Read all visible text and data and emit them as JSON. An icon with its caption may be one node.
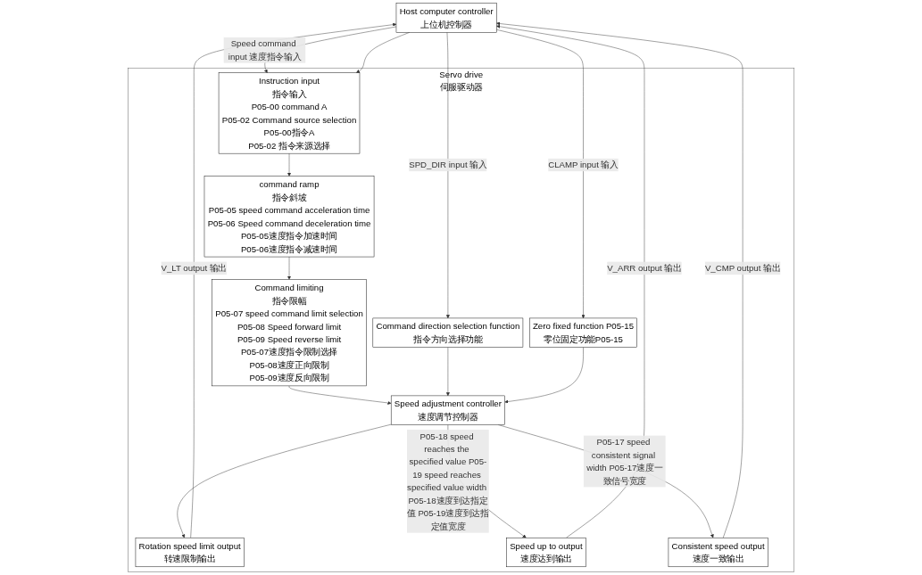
{
  "diagram": {
    "nodes": [
      {
        "text": [
          "Host computer controller",
          "上位机控制器"
        ]
      },
      {
        "text": [
          "Servo drive",
          "伺服驱动器"
        ]
      },
      {
        "text": [
          "Instruction input",
          "指令输入",
          "P05-00 command A",
          "P05-02 Command source selection",
          "P05-00指令A",
          "P05-02 指令来源选择"
        ],
        "in": 1
      },
      {
        "text": [
          "command ramp",
          "指令斜坡",
          "P05-05 speed command acceleration time",
          "P05-06 Speed command deceleration time",
          "P05-05速度指令加速时间",
          "P05-06速度指令减速时间"
        ],
        "in": 1
      },
      {
        "text": [
          "Command limiting",
          "指令限幅",
          "P05-07 speed command limit selection",
          "P05-08 Speed forward limit",
          "P05-09 Speed reverse limit",
          "P05-07速度指令限制选择",
          "P05-08速度正向限制",
          "P05-09速度反向限制"
        ],
        "in": 1
      },
      {
        "text": [
          "Speed adjustment controller",
          "速度调节控制器"
        ],
        "in": 1
      },
      {
        "text": [
          "Command direction selection function",
          "指令方向选择功能"
        ],
        "in": 1
      },
      {
        "text": [
          "Zero fixed function P05-15",
          "零位固定功能P05-15"
        ],
        "in": 1
      },
      {
        "text": [
          "Rotation speed limit output",
          "转速限制输出"
        ],
        "in": 1
      },
      {
        "text": [
          "Speed up to output",
          "速度达到输出"
        ],
        "in": 1
      },
      {
        "text": [
          "Consistent speed output",
          "速度一致输出"
        ],
        "in": 1
      }
    ],
    "edges": [
      {
        "from": 0,
        "to": 2,
        "arrow": "to",
        "label": "Speed command input 速度指令输入"
      },
      {
        "from": 0,
        "to": 2,
        "arrow": "to"
      },
      {
        "from": 2,
        "to": 3,
        "arrow": "to"
      },
      {
        "from": 3,
        "to": 4,
        "arrow": "to"
      },
      {
        "from": 4,
        "to": 5,
        "arrow": "to"
      },
      {
        "from": 0,
        "to": 6,
        "arrow": "to",
        "label": "SPD_DIR input 输入"
      },
      {
        "from": 6,
        "to": 5,
        "arrow": "to"
      },
      {
        "from": 0,
        "to": 7,
        "arrow": "to",
        "label": "CLAMP input 输入"
      },
      {
        "from": 7,
        "to": 5,
        "arrow": "to"
      },
      {
        "from": 5,
        "to": 8,
        "arrow": "to"
      },
      {
        "from": 5,
        "to": 9,
        "arrow": "to",
        "label": "P05-18 speed reaches the specified value P05-19 speed reaches specified value width P05-18速度到达指定值 P05-19速度到达指定值宽度"
      },
      {
        "from": 5,
        "to": 10,
        "arrow": "to",
        "label": "P05-17 speed consistent signal width P05-17速度一致信号宽度"
      },
      {
        "from": 8,
        "to": 0,
        "arrow": "to",
        "label": "V_LT output 输出"
      },
      {
        "from": 9,
        "to": 0,
        "arrow": "to",
        "label": "V_ARR output 输出"
      },
      {
        "from": 10,
        "to": 0,
        "arrow": "to",
        "label": "V_CMP output 输出"
      }
    ]
  }
}
